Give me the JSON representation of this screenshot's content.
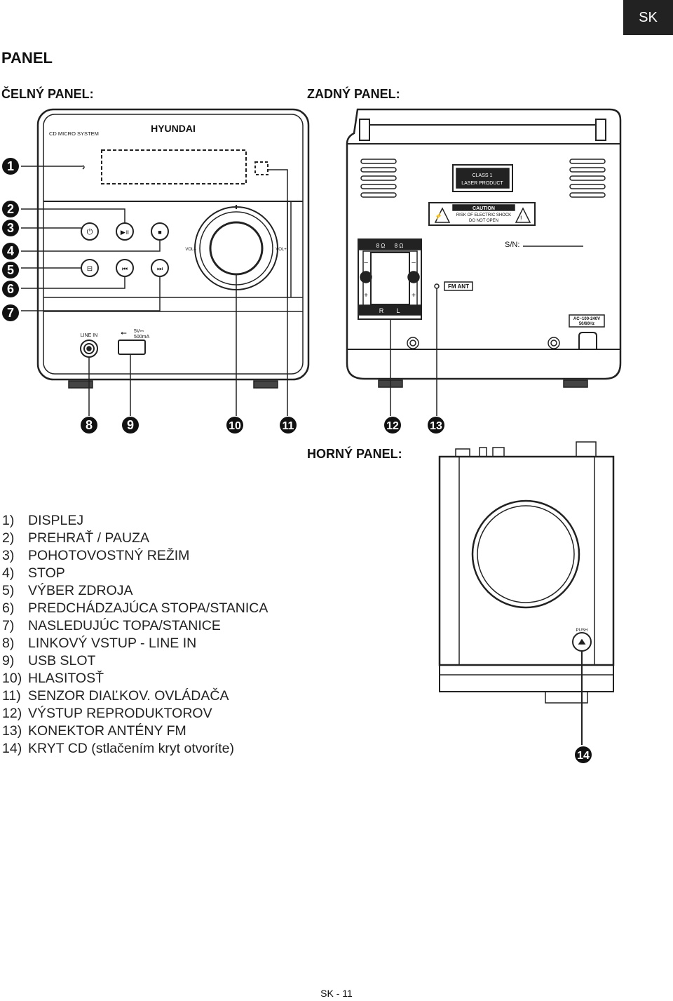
{
  "language_tab": "SK",
  "heading": "PANEL",
  "sections": {
    "front": "ČELNÝ PANEL:",
    "rear": "ZADNÝ PANEL:",
    "top": "HORNÝ PANEL:"
  },
  "front_device": {
    "brand": "HYUNDAI",
    "model": "CD MICRO SYSTEM",
    "vol_minus": "VOL–",
    "vol_plus": "VOL+",
    "line_in": "LINE IN",
    "usb_volt": "5V⎓",
    "usb_current": "500mA"
  },
  "rear_device": {
    "class_label_1": "CLASS 1",
    "class_label_2": "LASER PRODUCT",
    "caution_title": "CAUTION",
    "caution_line1": "RISK OF ELECTRIC SHOCK",
    "caution_line2": "DO NOT OPEN",
    "serial": "S/N:",
    "ohm_left": "8 Ω",
    "ohm_right": "8 Ω",
    "minus": "–",
    "plus": "+",
    "right_ch": "R",
    "left_ch": "L",
    "fm_ant": "FM ANT",
    "power_1": "AC~100-240V",
    "power_2": "50/60Hz"
  },
  "top_device": {
    "push": "PUSH"
  },
  "callouts": [
    "1",
    "2",
    "3",
    "4",
    "5",
    "6",
    "7",
    "8",
    "9",
    "10",
    "11",
    "12",
    "13",
    "14"
  ],
  "legend": [
    {
      "num": "1)",
      "text": "DISPLEJ"
    },
    {
      "num": "2)",
      "text": "PREHRAŤ / PAUZA"
    },
    {
      "num": "3)",
      "text": "POHOTOVOSTNÝ REŽIM"
    },
    {
      "num": "4)",
      "text": "STOP"
    },
    {
      "num": "5)",
      "text": "VÝBER ZDROJA"
    },
    {
      "num": "6)",
      "text": "PREDCHÁDZAJÚCA STOPA/STANICA"
    },
    {
      "num": "7)",
      "text": "NASLEDUJÚC TOPA/STANICE"
    },
    {
      "num": "8)",
      "text": "LINKOVÝ VSTUP - LINE IN"
    },
    {
      "num": "9)",
      "text": "USB SLOT"
    },
    {
      "num": "10)",
      "text": "HLASITOSŤ"
    },
    {
      "num": "11)",
      "text": "SENZOR DIAĽKOV. OVLÁDAČA"
    },
    {
      "num": "12)",
      "text": "VÝSTUP REPRODUKTOROV"
    },
    {
      "num": "13)",
      "text": "KONEKTOR ANTÉNY FM"
    },
    {
      "num": "14)",
      "text": "KRYT CD (stlačením kryt otvoríte)"
    }
  ],
  "footer": "SK - 11"
}
